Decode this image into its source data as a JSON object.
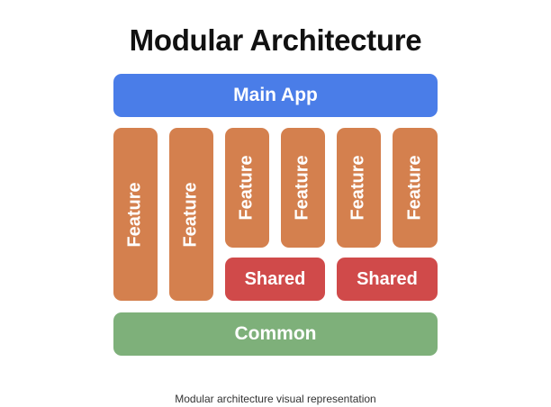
{
  "title": "Modular Architecture",
  "main_app": {
    "label": "Main App"
  },
  "features": [
    {
      "label": "Feature"
    },
    {
      "label": "Feature"
    },
    {
      "label": "Feature"
    },
    {
      "label": "Feature"
    },
    {
      "label": "Feature"
    },
    {
      "label": "Feature"
    }
  ],
  "shared": [
    {
      "label": "Shared"
    },
    {
      "label": "Shared"
    }
  ],
  "common": {
    "label": "Common"
  },
  "caption": "Modular architecture visual representation",
  "colors": {
    "main_app": "#4a7de8",
    "feature": "#d4804e",
    "shared": "#d04a4a",
    "common": "#7eb07a"
  }
}
